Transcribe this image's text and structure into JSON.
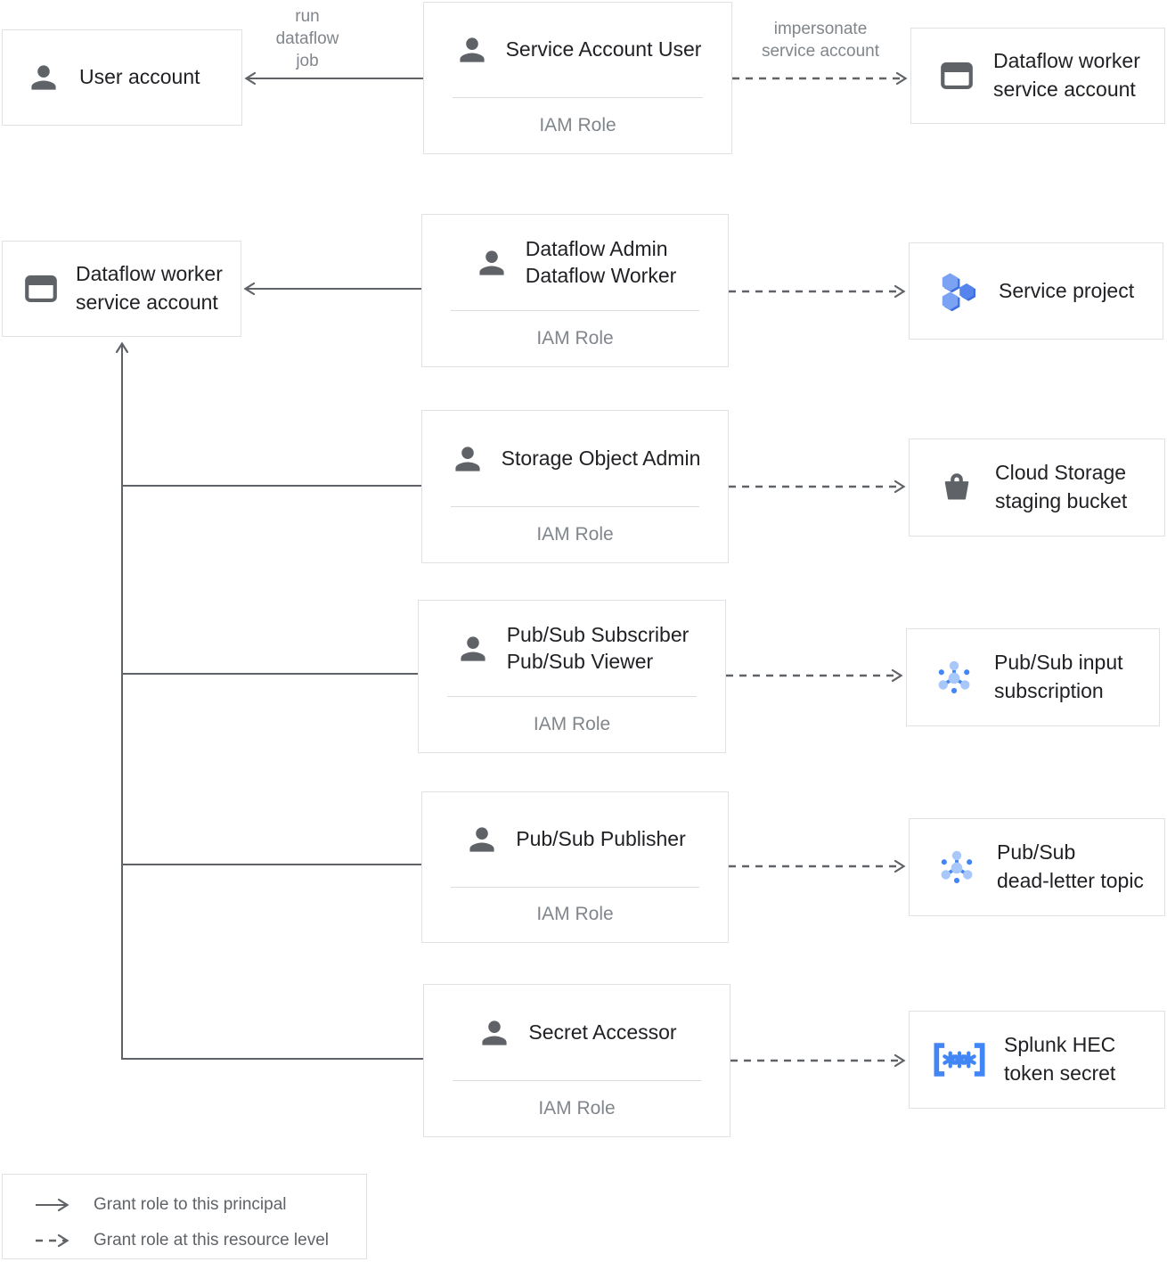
{
  "palette": {
    "accent_blue": "#4285f4",
    "light_blue": "#a8c7fa",
    "hexagon_blue": "#5585ec",
    "hexagon_blue_light": "#7ca3f3",
    "icon_gray": "#5f6368",
    "line_gray": "#5f6368",
    "border_gray": "#dfe1e5",
    "text_dark": "#202124",
    "text_muted": "#80868b"
  },
  "nodes": {
    "user_account": {
      "label": "User account"
    },
    "dataflow_worker_sa_top": {
      "label": "Dataflow worker\nservice account"
    },
    "dataflow_worker_sa_left": {
      "label": "Dataflow worker\nservice account"
    }
  },
  "iam_roles": [
    {
      "title": "Service Account User",
      "subtitle": "IAM Role"
    },
    {
      "title": "Dataflow Admin\nDataflow Worker",
      "subtitle": "IAM Role"
    },
    {
      "title": "Storage Object Admin",
      "subtitle": "IAM Role"
    },
    {
      "title": "Pub/Sub Subscriber\nPub/Sub Viewer",
      "subtitle": "IAM Role"
    },
    {
      "title": "Pub/Sub Publisher",
      "subtitle": "IAM Role"
    },
    {
      "title": "Secret Accessor",
      "subtitle": "IAM Role"
    }
  ],
  "resources": [
    {
      "label": "Service project"
    },
    {
      "label": "Cloud Storage\nstaging bucket"
    },
    {
      "label": "Pub/Sub input\nsubscription"
    },
    {
      "label": "Pub/Sub\ndead-letter topic"
    },
    {
      "label": "Splunk HEC\ntoken secret"
    }
  ],
  "edge_labels": {
    "run_dataflow_job": "run\ndataflow\njob",
    "impersonate_service_account": "impersonate\nservice account"
  },
  "legend": {
    "grant_principal": "Grant role to this principal",
    "grant_resource": "Grant role at this resource level"
  }
}
